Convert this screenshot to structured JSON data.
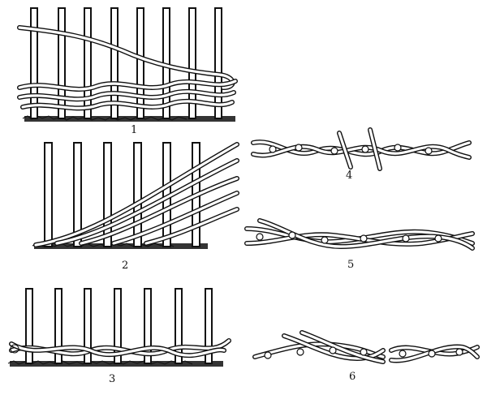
{
  "figure": {
    "panels": [
      {
        "id": "1",
        "label": "1"
      },
      {
        "id": "2",
        "label": "2"
      },
      {
        "id": "3",
        "label": "3"
      },
      {
        "id": "4",
        "label": "4"
      },
      {
        "id": "5",
        "label": "5"
      },
      {
        "id": "6",
        "label": "6"
      }
    ]
  }
}
